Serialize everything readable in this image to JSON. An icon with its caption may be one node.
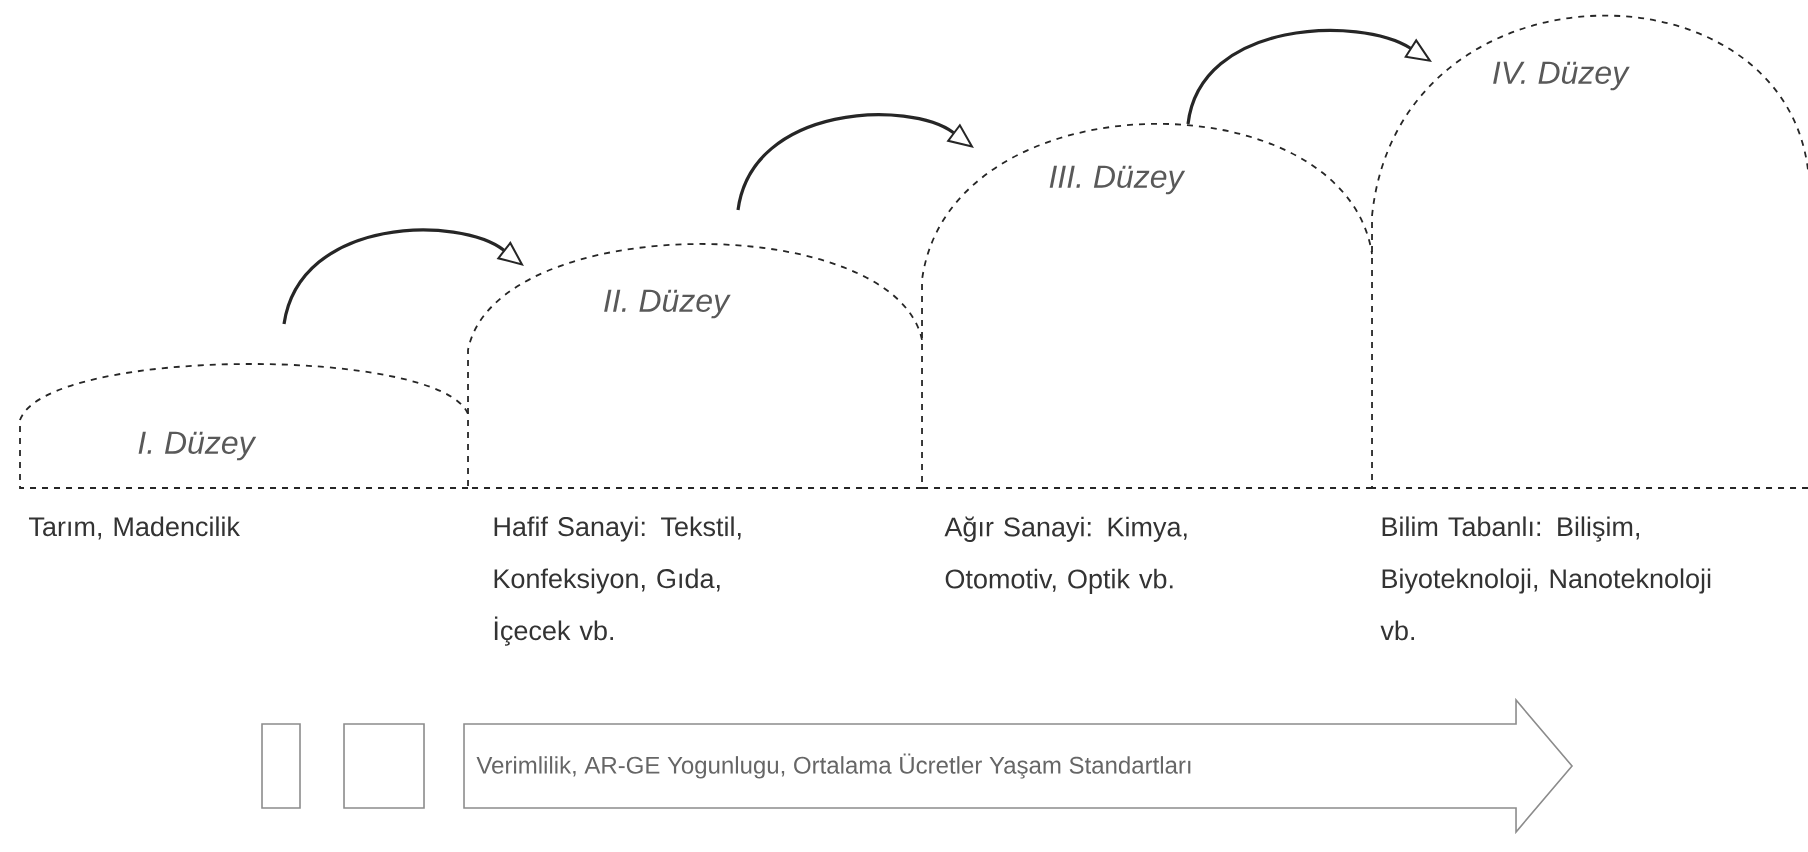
{
  "diagram": {
    "nodes": [
      {
        "text": [
          "I. Düzey"
        ],
        "beside": [
          "Tarım, Madencilik"
        ]
      },
      {
        "text": [
          "II. Düzey"
        ],
        "beside": [
          "Hafif Sanayi: Tekstil, Konfeksiyon, Gıda, İçecek vb."
        ]
      },
      {
        "text": [
          "III. Düzey"
        ],
        "beside": [
          "Ağır Sanayi: Kimya, Otomotiv, Optik vb."
        ]
      },
      {
        "text": [
          "IV. Düzey"
        ],
        "beside": [
          "Bilim Tabanlı: Bilişim, Biyoteknoloji, Nanoteknoloji vb."
        ]
      },
      {
        "text": [],
        "shape": "box"
      },
      {
        "text": [],
        "shape": "box"
      },
      {
        "text": [
          "Verimlilik, AR-GE Yogunlugu, Ortalama Ücretler Yaşam Standartları"
        ]
      }
    ],
    "edges": [
      {
        "from": 0,
        "to": 1,
        "arrow": "to"
      },
      {
        "from": 1,
        "to": 2,
        "arrow": "to"
      },
      {
        "from": 2,
        "to": 3,
        "arrow": "to"
      }
    ]
  }
}
